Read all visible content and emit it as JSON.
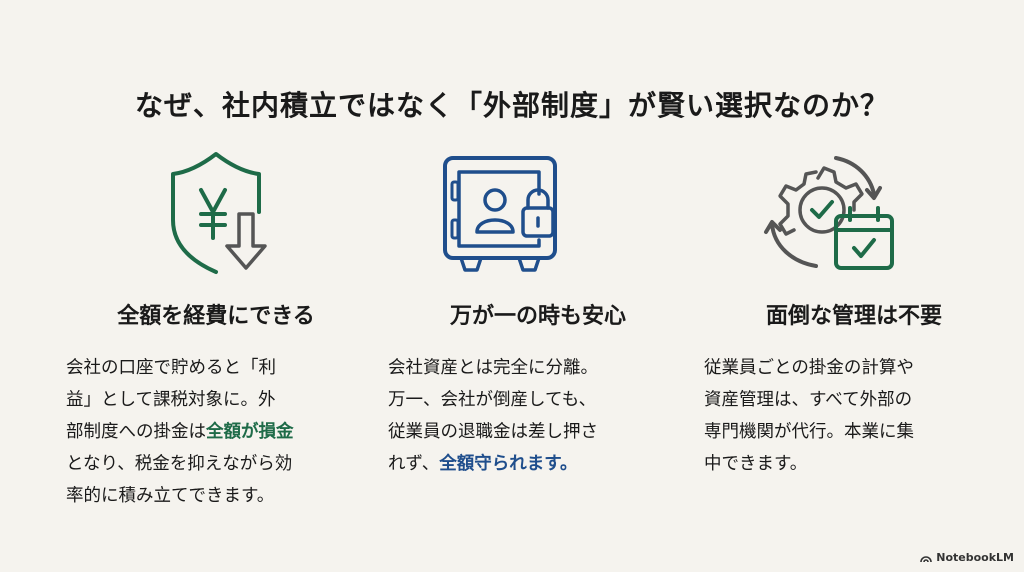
{
  "title": "なぜ、社内積立ではなく「外部制度」が賢い選択なのか？",
  "columns": [
    {
      "heading": "全額を経費にできる",
      "icon": "shield-yen-down-arrow-icon",
      "lines": [
        "会社の口座で貯めると「利",
        "益」として課税対象に。外",
        "部制度への掛金は",
        "となり、税金を抑えながら効",
        "率的に積み立てできます。"
      ],
      "highlight": "全額が損金"
    },
    {
      "heading": "万が一の時も安心",
      "icon": "safe-person-lock-icon",
      "lines": [
        "会社資産とは完全に分離。",
        "万一、会社が倒産しても、",
        "従業員の退職金は差し押さ",
        "れず、"
      ],
      "highlight": "全額守られます。"
    },
    {
      "heading": "面倒な管理は不要",
      "icon": "gear-calendar-cycle-icon",
      "lines": [
        "従業員ごとの掛金の計算や",
        "資産管理は、すべて外部の",
        "専門機関が代行。本業に集",
        "中できます。"
      ]
    }
  ],
  "brand": "NotebookLM",
  "colors": {
    "green": "#1e6b48",
    "blue": "#1f4e8c",
    "gray": "#555555",
    "background": "#f5f3ee"
  }
}
